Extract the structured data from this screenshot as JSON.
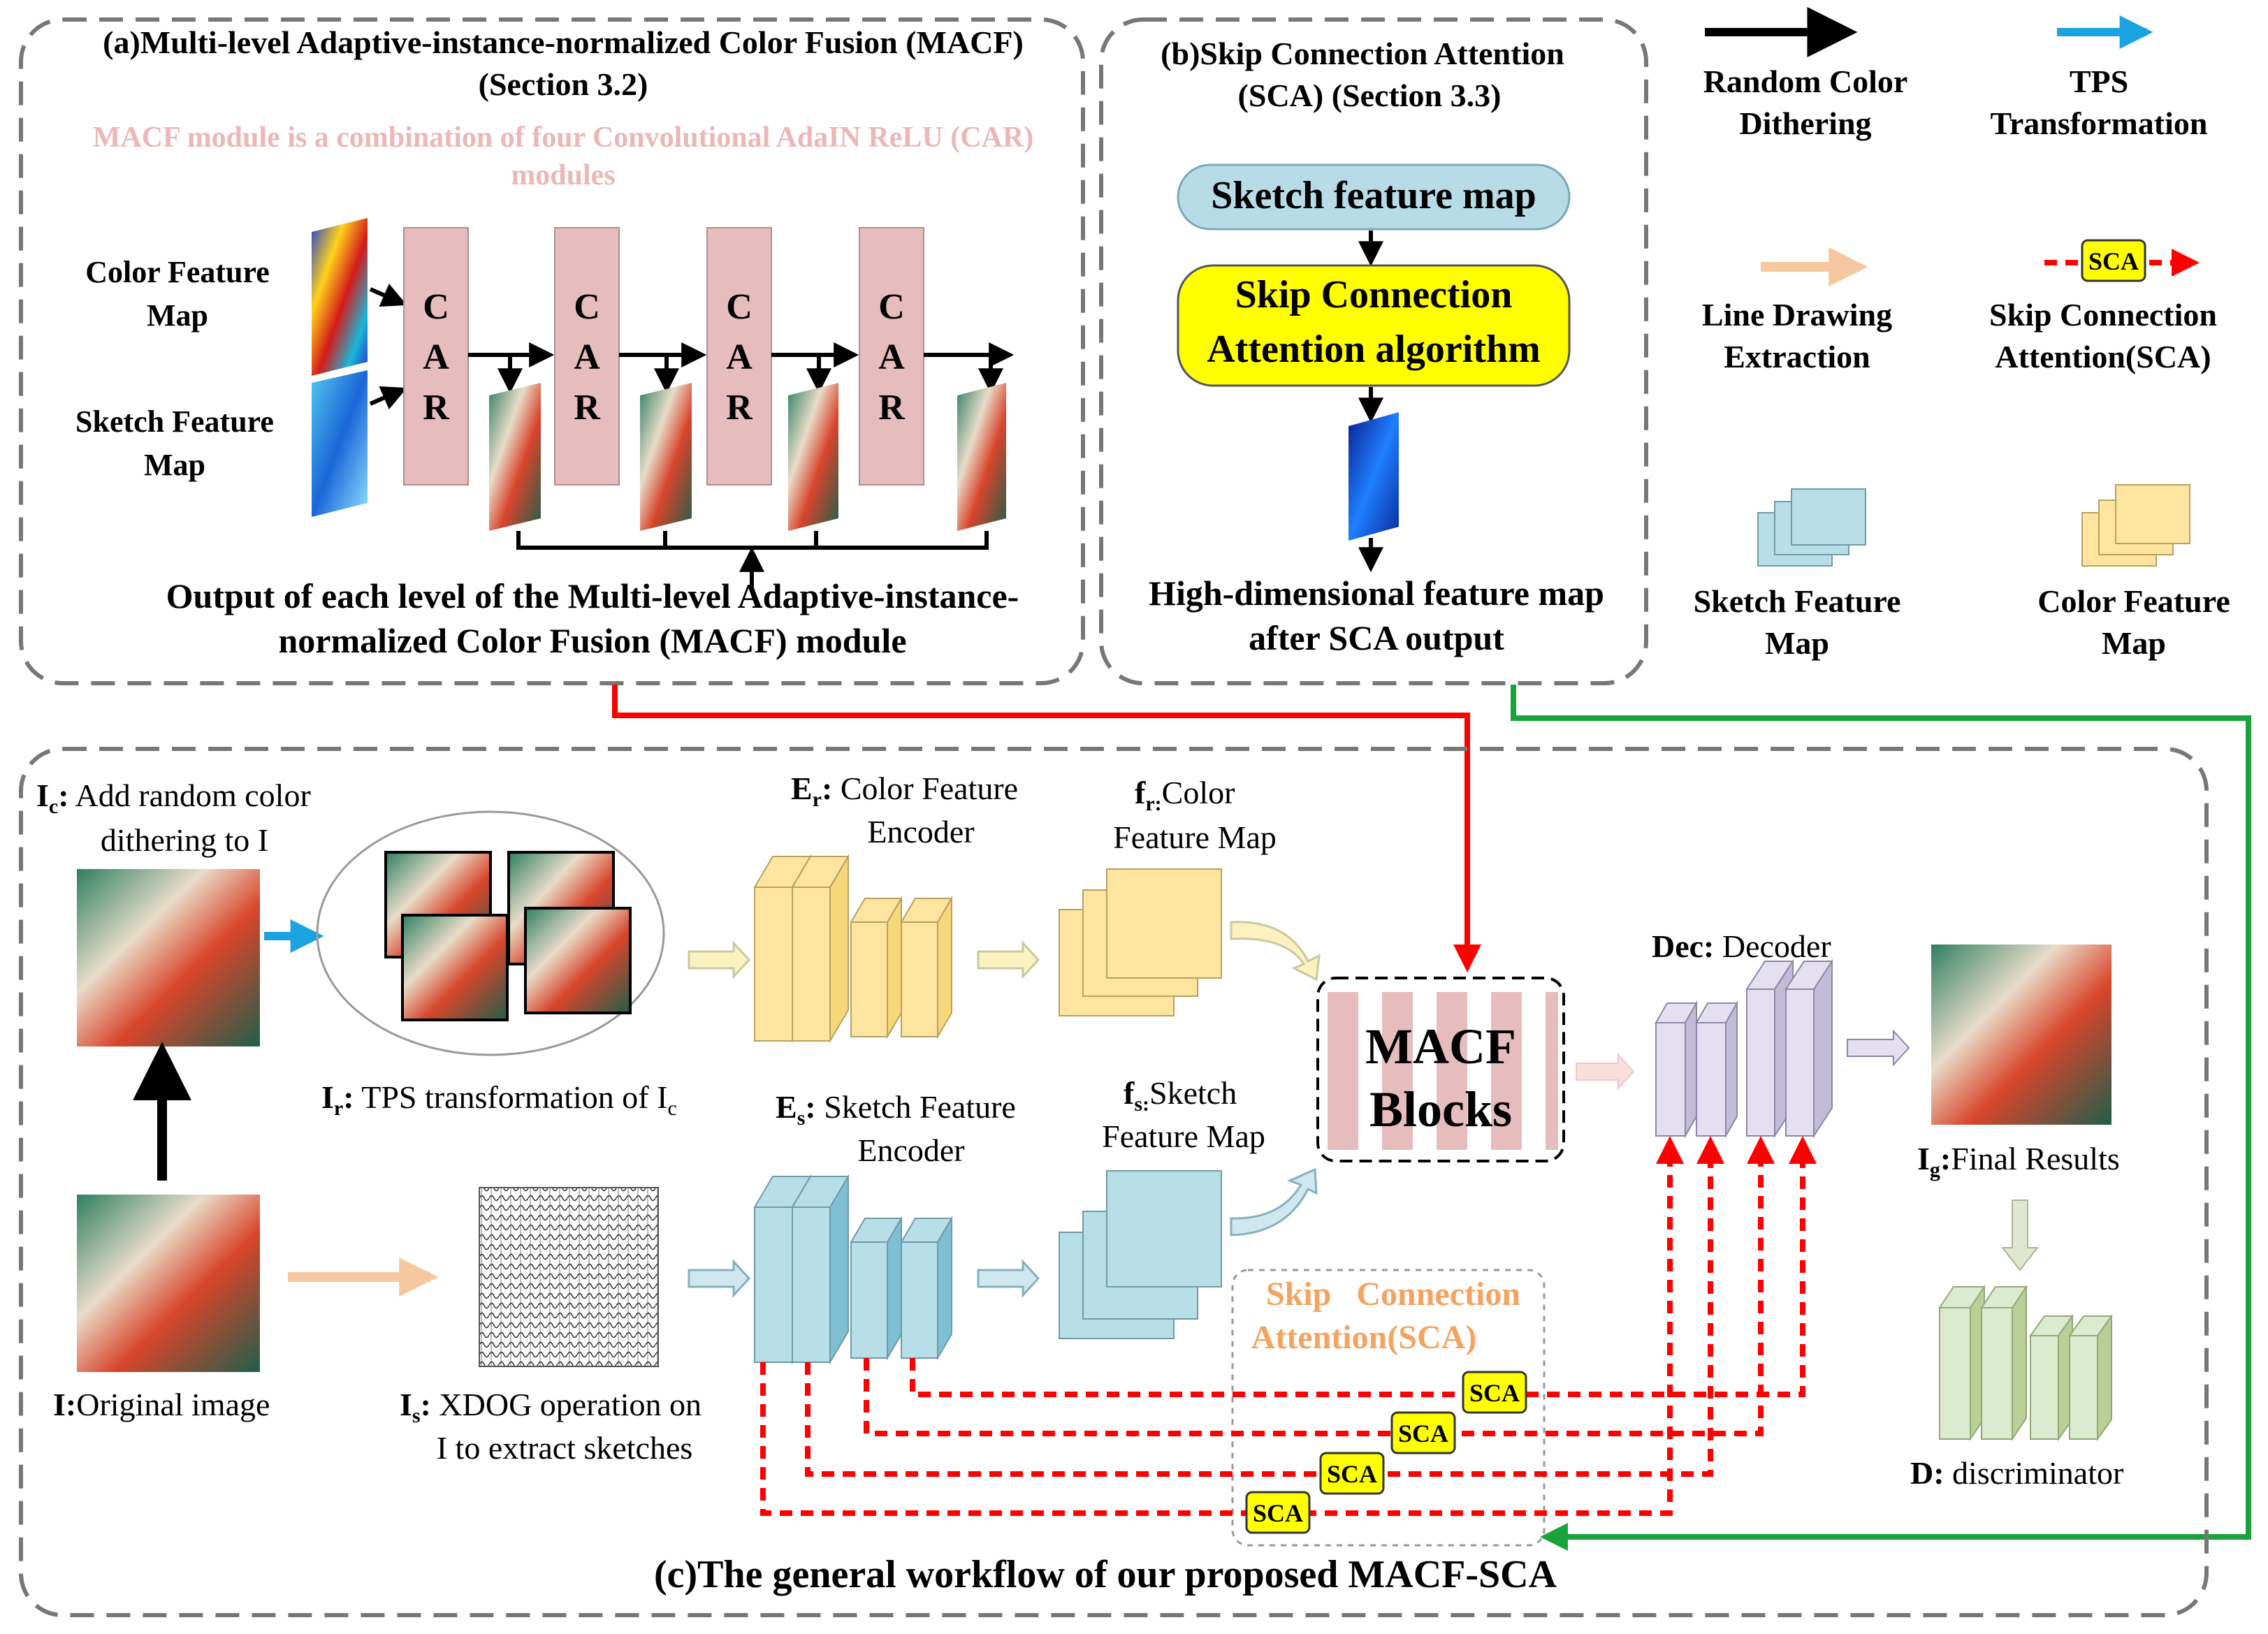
{
  "panel_a": {
    "title_line1": "(a)Multi-level Adaptive-instance-normalized Color Fusion (MACF)",
    "title_line2": "(Section 3.2)",
    "note_line1": "MACF module is a combination of four Convolutional AdaIN ReLU (CAR)",
    "note_line2": "modules",
    "color_map_label_line1": "Color Feature",
    "color_map_label_line2": "Map",
    "sketch_map_label_line1": "Sketch Feature",
    "sketch_map_label_line2": "Map",
    "car_letters": [
      "C",
      "A",
      "R"
    ],
    "output_line1": "Output of each level of the Multi-level Adaptive-instance-",
    "output_line2": "normalized Color Fusion (MACF) module"
  },
  "panel_b": {
    "title_line1": "(b)Skip Connection Attention",
    "title_line2": "(SCA) (Section 3.3)",
    "sketch_box": "Sketch feature map",
    "algo_line1": "Skip Connection",
    "algo_line2": "Attention algorithm",
    "output_line1": "High-dimensional feature map",
    "output_line2": "after SCA output"
  },
  "legend": {
    "random_line1": "Random Color",
    "random_line2": "Dithering",
    "tps_line1": "TPS",
    "tps_line2": "Transformation",
    "line_line1": "Line Drawing",
    "line_line2": "Extraction",
    "sca_tag": "SCA",
    "sca_line1": "Skip Connection",
    "sca_line2": "Attention(SCA)",
    "sketch_line1": "Sketch Feature",
    "sketch_line2": "Map",
    "color_line1": "Color Feature",
    "color_line2": "Map"
  },
  "panel_c": {
    "ic_sym": "I",
    "ic_sub": "c",
    "ic_colon": ":",
    "ic_line1": " Add random color",
    "ic_line2": "dithering to I",
    "ir_sym": "I",
    "ir_sub": "r",
    "ir_colon": ":",
    "ir_text": " TPS transformation of I",
    "ir_text_sub": "c",
    "er_sym": "E",
    "er_sub": "r",
    "er_colon": ":",
    "er_line1": " Color Feature",
    "er_line2": "Encoder",
    "fr_sym": "f",
    "fr_sub": "r:",
    "fr_line1": "Color",
    "fr_line2": "Feature Map",
    "es_sym": "E",
    "es_sub": "s",
    "es_colon": ":",
    "es_line1": " Sketch Feature",
    "es_line2": "Encoder",
    "fs_sym": "f",
    "fs_sub": "s:",
    "fs_line1": "Sketch",
    "fs_line2": "Feature Map",
    "macf_line1": "MACF",
    "macf_line2": "Blocks",
    "dec_sym": "Dec:",
    "dec_text": " Decoder",
    "ig_sym": "I",
    "ig_sub": "g",
    "ig_colon": ":",
    "ig_text": "Final Results",
    "d_sym": "D:",
    "d_text": " discriminator",
    "i_sym": "I:",
    "i_text": "Original image",
    "is_sym": "I",
    "is_sub": "s",
    "is_colon": ":",
    "is_line1": " XDOG operation on",
    "is_line2": "I to extract sketches",
    "sca_group_line1": "Skip   Connection",
    "sca_group_line2": "Attention(SCA)",
    "sca_tags": [
      "SCA",
      "SCA",
      "SCA",
      "SCA"
    ],
    "caption": "(c)The general workflow of our proposed MACF-SCA"
  },
  "colors": {
    "red": "#ff0000",
    "green": "#1aa33a",
    "blue_arrow": "#1aa3e0",
    "peach": "#f6c8a0",
    "car_pink": "#e6bcbc",
    "sketch_box_blue": "#b7dce8",
    "algo_yellow": "#ffff00",
    "color_feature_yellow": "#fde5a0",
    "sketch_feature_blue": "#b8dfe8",
    "decoder_lilac": "#d8d4e8",
    "discriminator_green": "#cfe0b0",
    "sca_orange": "#f4a460"
  }
}
